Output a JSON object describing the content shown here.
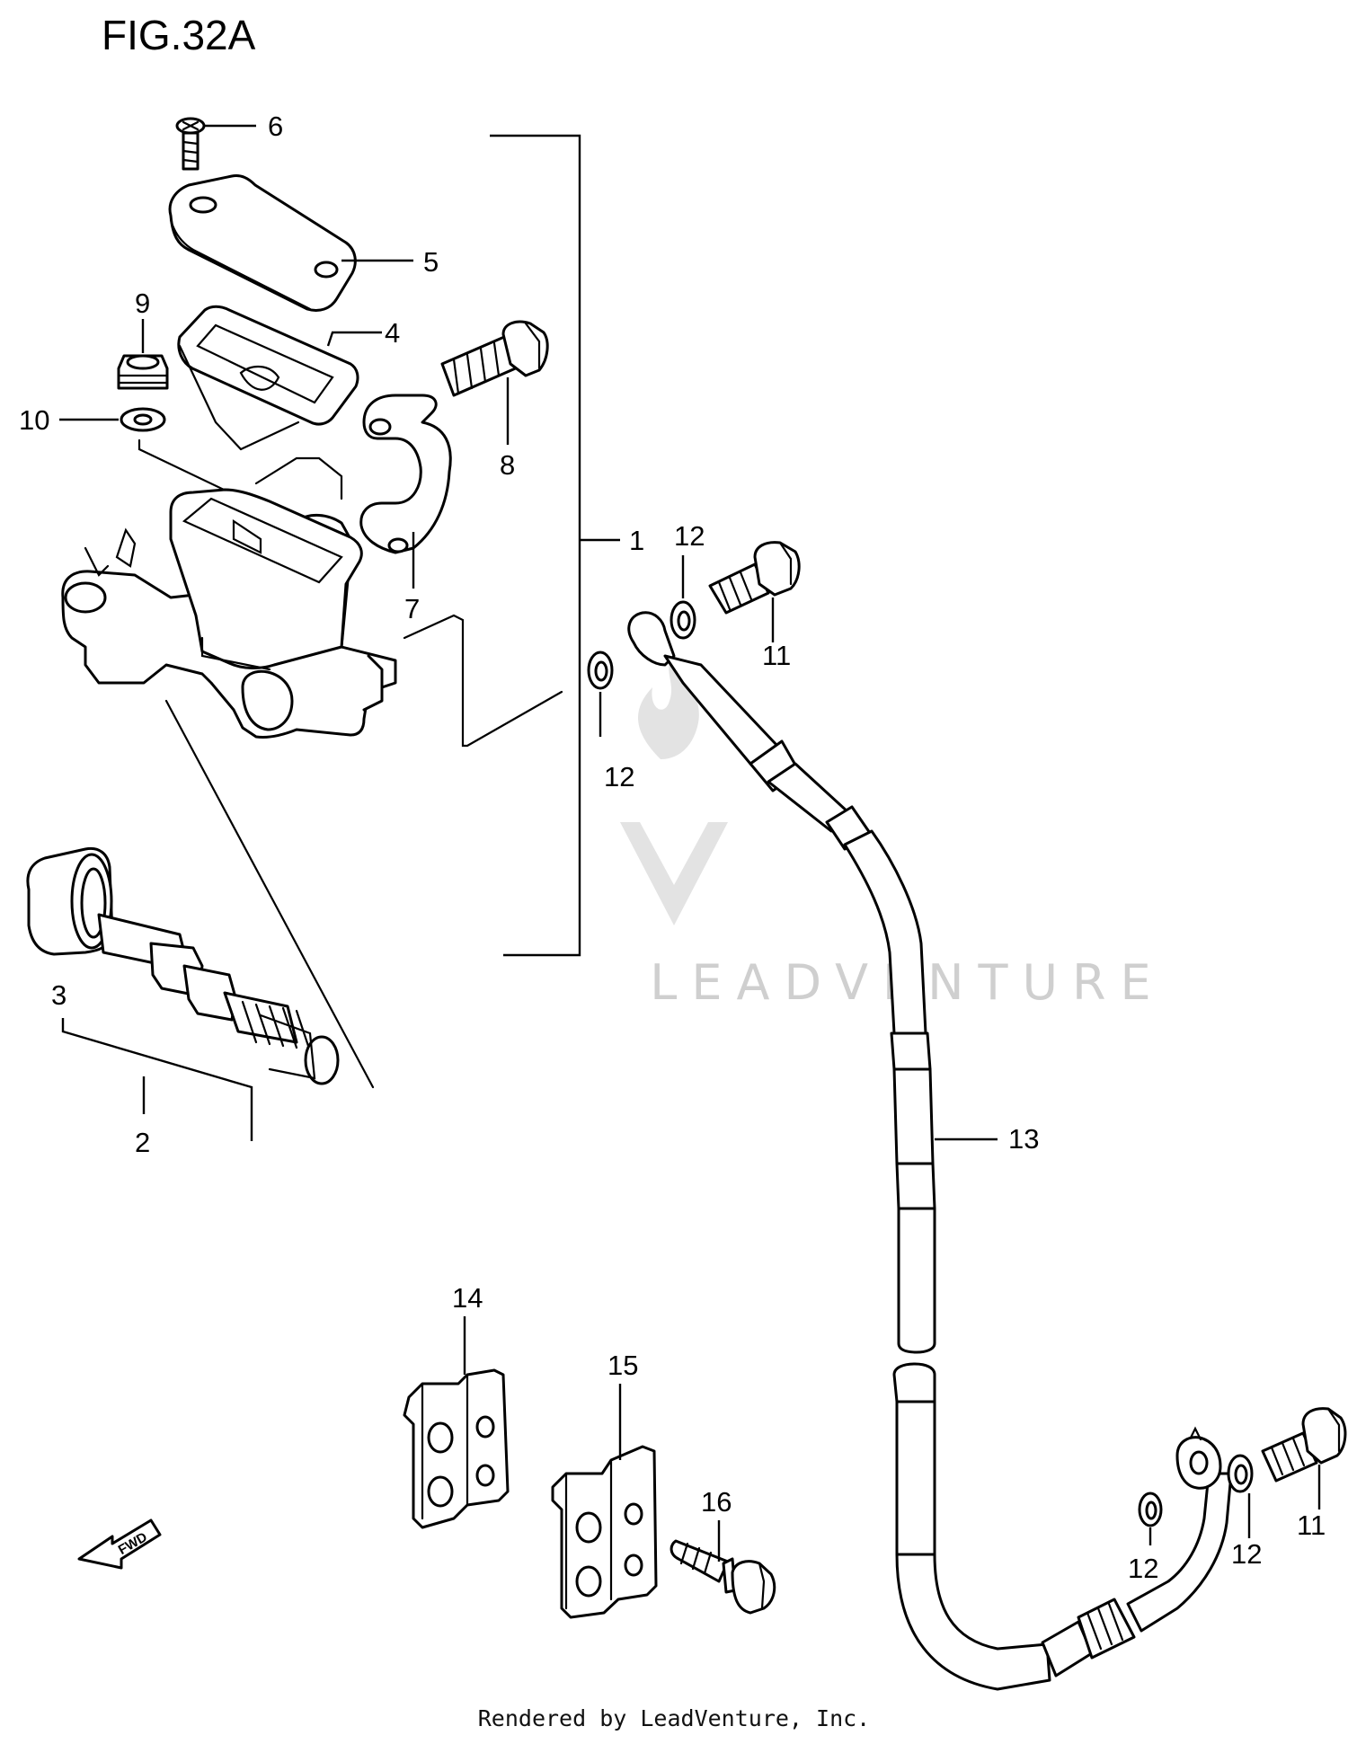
{
  "figure": {
    "title": "FIG.32A",
    "footer": "Rendered by LeadVenture, Inc.",
    "watermark": "LEADVENTURE",
    "fwd_label": "FWD"
  },
  "callouts": [
    {
      "id": "1",
      "label": "1"
    },
    {
      "id": "2",
      "label": "2"
    },
    {
      "id": "3",
      "label": "3"
    },
    {
      "id": "4",
      "label": "4"
    },
    {
      "id": "5",
      "label": "5"
    },
    {
      "id": "6",
      "label": "6"
    },
    {
      "id": "7",
      "label": "7"
    },
    {
      "id": "8",
      "label": "8"
    },
    {
      "id": "9",
      "label": "9"
    },
    {
      "id": "10",
      "label": "10"
    },
    {
      "id": "11a",
      "label": "11"
    },
    {
      "id": "11b",
      "label": "11"
    },
    {
      "id": "12a",
      "label": "12"
    },
    {
      "id": "12b",
      "label": "12"
    },
    {
      "id": "12c",
      "label": "12"
    },
    {
      "id": "12d",
      "label": "12"
    },
    {
      "id": "13",
      "label": "13"
    },
    {
      "id": "14",
      "label": "14"
    },
    {
      "id": "15",
      "label": "15"
    },
    {
      "id": "16",
      "label": "16"
    }
  ]
}
